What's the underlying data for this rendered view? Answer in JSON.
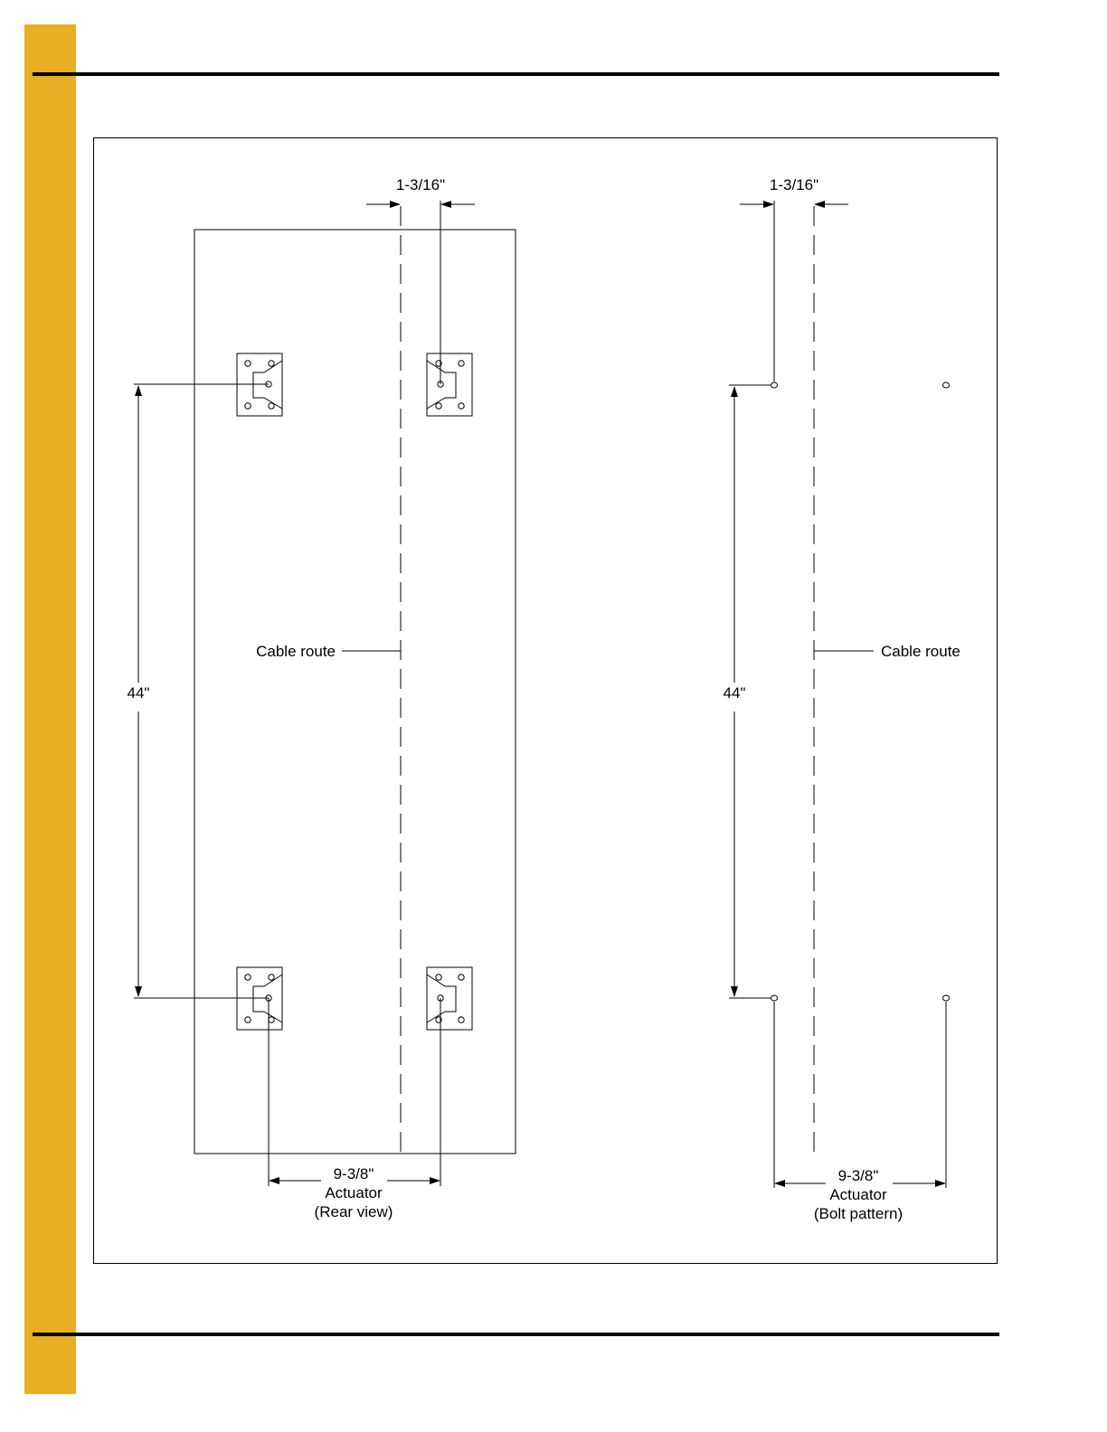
{
  "colors": {
    "side_bar": "#E9AE25",
    "ink": "#000000",
    "paper": "#FFFFFF"
  },
  "rear_view": {
    "offset_label": "1-3/16\"",
    "height_label": "44\"",
    "cable_label": "Cable route",
    "width_label": "9-3/8\"",
    "caption_line1": "Actuator",
    "caption_line2": "(Rear view)"
  },
  "bolt_pattern": {
    "offset_label": "1-3/16\"",
    "height_label": "44\"",
    "cable_label": "Cable route",
    "width_label": "9-3/8\"",
    "caption_line1": "Actuator",
    "caption_line2": "(Bolt pattern)"
  }
}
